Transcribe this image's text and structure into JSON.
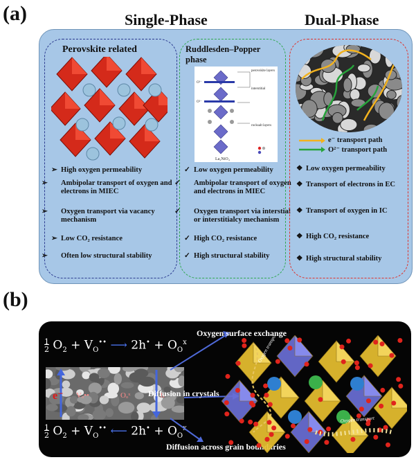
{
  "labels": {
    "a": "(a)",
    "b": "(b)"
  },
  "headings": {
    "single": "Single-Phase",
    "dual": "Dual-Phase"
  },
  "perovskite": {
    "title": "Perovskite related",
    "bullets": [
      "High oxygen permeability",
      "Ambipolar transport of oxygen and electrons in MIEC",
      "Oxygen transport via vacancy mechanism",
      "Low CO₂ resistance",
      "Often low structural stability"
    ]
  },
  "ruddlesden": {
    "title": "Ruddlesden–Popper phase",
    "inset": {
      "perovskite_layers": "perovskite layers",
      "interstitial": "interstitial",
      "rocksalt_layers": "rocksalt layers",
      "formula": "La₂NiO₄",
      "o1": "O²⁻",
      "o2": "O²⁻"
    },
    "bullets": [
      "Low oxygen permeability",
      "Ambipolar transport of oxygen and electrons in MIEC",
      "Oxygen transport via interstial or interstitialcy mechanism",
      "High CO₂ resistance",
      "High structural stability"
    ]
  },
  "dual": {
    "legend": [
      {
        "label": "e⁻ transport path",
        "color": "#f2b21f"
      },
      {
        "label": "O²⁻ transport path",
        "color": "#27a33b"
      }
    ],
    "bullets": [
      "Low oxygen permeability",
      "Transport of electrons in EC",
      "Transport of oxygen in IC",
      "High CO₂ resistance",
      "High structural stability"
    ]
  },
  "panel_b": {
    "oxygen_surface_exchange": "Oxygen surface exchange",
    "diffusion_crystals": "Diffusion in crystals",
    "diffusion_grain": "Diffusion across grain boundaries",
    "oxygen_transport_1": "Oxygen transport",
    "oxygen_transport_2": "Oxygen transport",
    "electron_label": "e⁻",
    "vo_label": "Vₒ••",
    "ox_label": "Oₒˣ",
    "h_label": "h"
  },
  "colors": {
    "panel_bg": "#a7c7e7",
    "perovskite_border": "#2b3a8f",
    "rp_border": "#2fa84f",
    "dual_border": "#e0302a",
    "octahedra": "#d42a1a",
    "sphere": "#9cc3dd"
  }
}
